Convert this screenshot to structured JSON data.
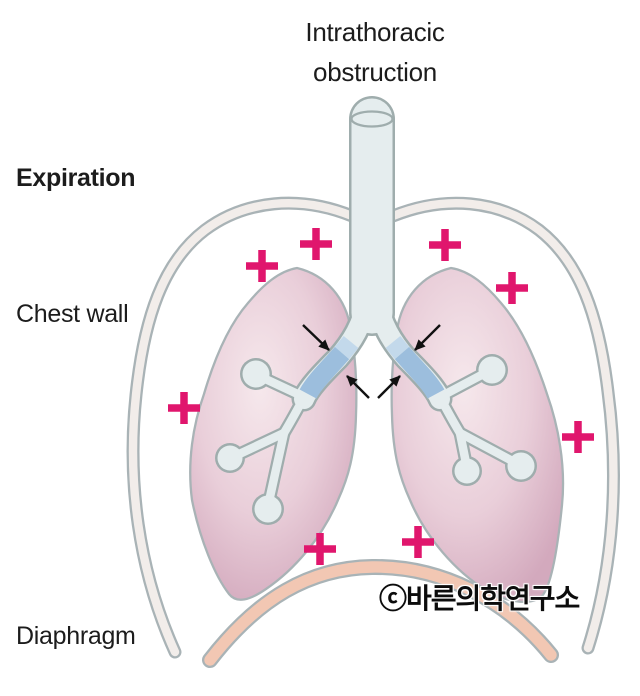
{
  "diagram": {
    "title": {
      "line1": "Intrathoracic",
      "line2": "obstruction"
    },
    "phase_label": "Expiration",
    "chest_wall_label": "Chest wall",
    "diaphragm_label": "Diaphragm",
    "watermark": "ⓒ바른의학연구소",
    "pressure_signs": {
      "symbol": "+",
      "count": 8,
      "color": "#e0166d"
    },
    "constriction_arrows": {
      "count": 4,
      "color": "#111111"
    },
    "anatomy_parts": [
      "trachea",
      "left lung",
      "right lung",
      "bronchi",
      "chest wall",
      "diaphragm",
      "airway constriction"
    ],
    "colors": {
      "background": "#ffffff",
      "text": "#1c1c1c",
      "lung_center": "#f6e8ec",
      "lung_mid": "#e9ced9",
      "lung_edge": "#d3a9bd",
      "airway_fill": "#e5edee",
      "airway_outline": "#9fadad",
      "chest_wall_fill": "#f2edea",
      "chest_wall_outline": "#a9b3b6",
      "diaphragm_fill": "#f2c7b3",
      "constriction_light": "#c3d9eb",
      "constriction_dark": "#9cbedd"
    }
  }
}
